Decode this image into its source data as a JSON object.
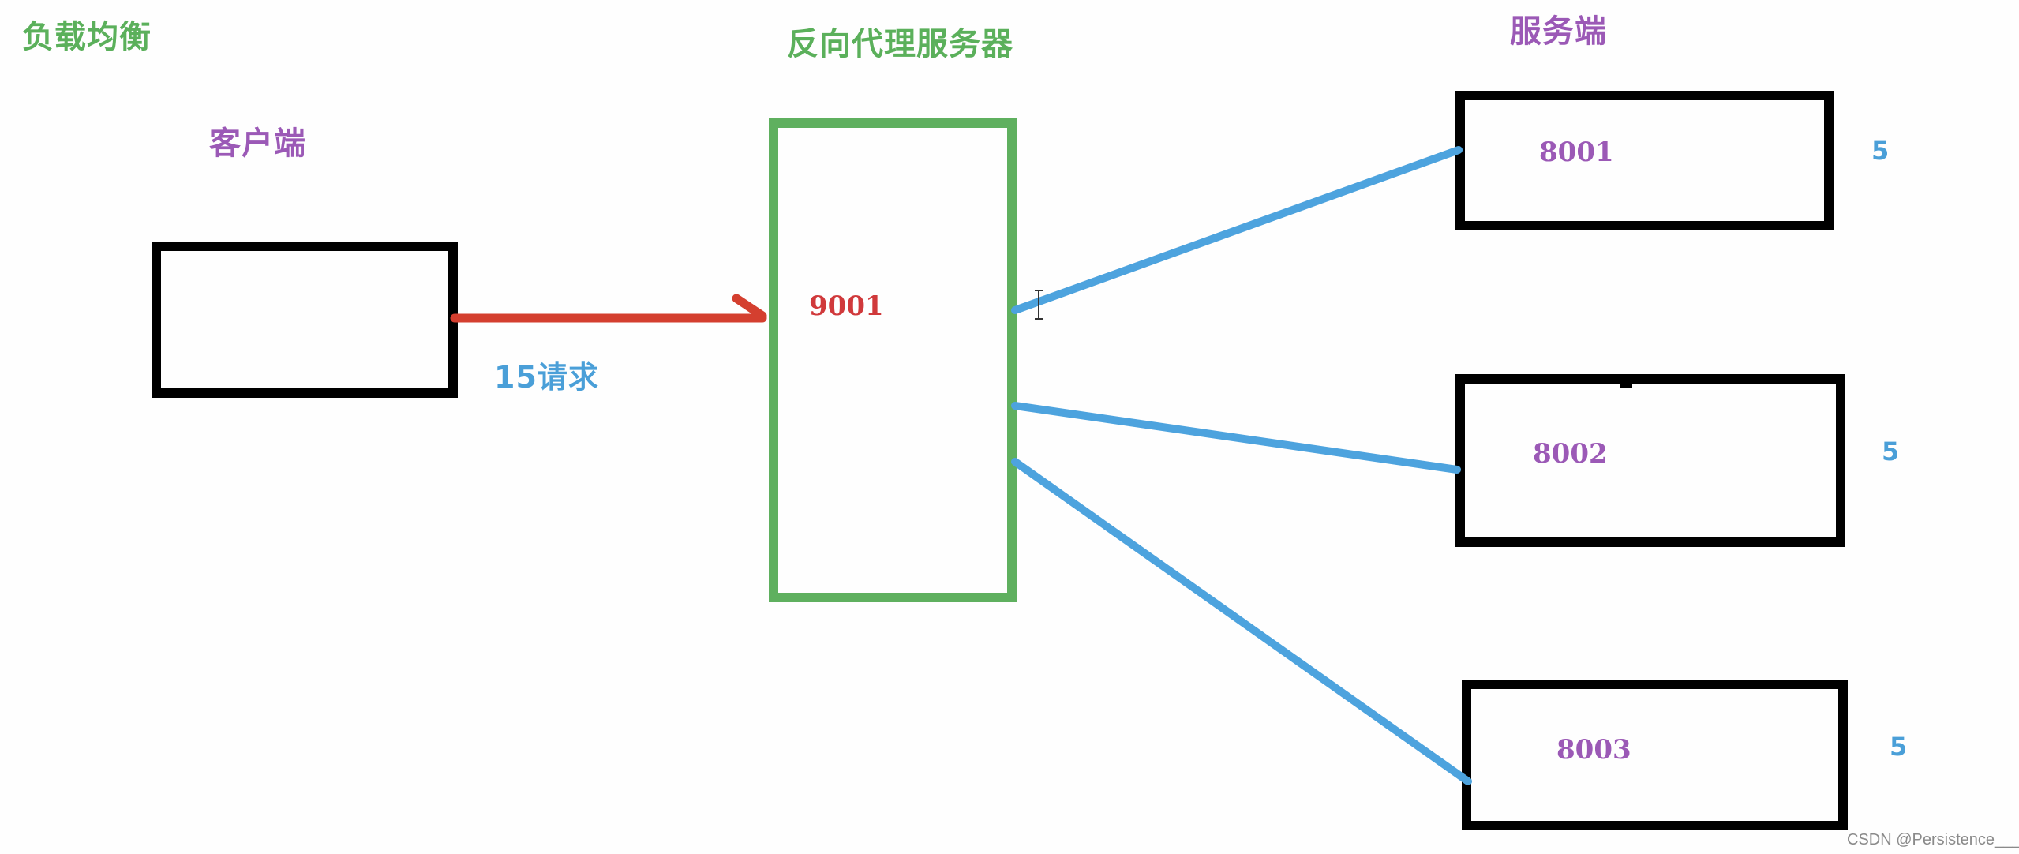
{
  "title": {
    "text": "负载均衡",
    "color": "#5bb05b"
  },
  "client": {
    "label": "客户端",
    "color": "#9b59b6",
    "box_color": "#000000"
  },
  "request": {
    "label": "15请求",
    "color": "#4a9fd8",
    "arrow_color": "#d43f2f"
  },
  "proxy": {
    "label": "反向代理服务器",
    "port": "9001",
    "label_color": "#5bb05b",
    "box_color": "#5fb05f",
    "port_color": "#d0393b"
  },
  "servers_header": {
    "label": "服务端",
    "color": "#9b59b6"
  },
  "servers": [
    {
      "port": "8001",
      "requests": "5"
    },
    {
      "port": "8002",
      "requests": "5"
    },
    {
      "port": "8003",
      "requests": "5"
    }
  ],
  "server_style": {
    "port_color": "#9b59b6",
    "count_color": "#4a9fd8",
    "box_color": "#000000",
    "link_color": "#4da3de"
  },
  "watermark": {
    "text": "CSDN @Persistence___"
  }
}
